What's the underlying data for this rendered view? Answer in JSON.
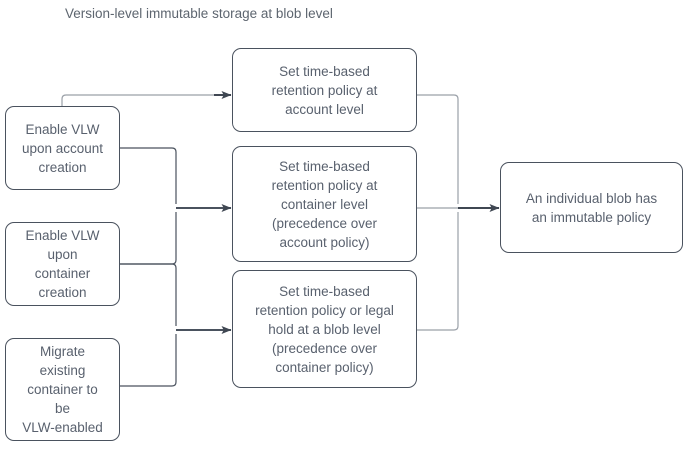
{
  "diagram": {
    "type": "flowchart",
    "title": "Version-level immutable storage at blob level",
    "nodes": {
      "enable_vlw_account": "Enable VLW\nupon account\ncreation",
      "enable_vlw_container": "Enable VLW\nupon\ncontainer\ncreation",
      "migrate_container": "Migrate\nexisting\ncontainer to\nbe\nVLW-enabled",
      "policy_account": "Set time-based\nretention policy at\naccount level",
      "policy_container": "Set time-based\nretention policy at\ncontainer level\n(precedence over\naccount policy)",
      "policy_blob": "Set time-based\nretention policy or legal\nhold at a blob level\n(precedence over\ncontainer policy)",
      "result": "An individual blob has\nan immutable policy"
    },
    "edges": [
      {
        "from": "enable_vlw_account",
        "to": "policy_account",
        "style": "light"
      },
      {
        "from": "enable_vlw_account",
        "to": "policy_container",
        "style": "dark"
      },
      {
        "from": "enable_vlw_container",
        "to": "policy_container",
        "style": "dark"
      },
      {
        "from": "enable_vlw_container",
        "to": "policy_blob",
        "style": "dark"
      },
      {
        "from": "migrate_container",
        "to": "policy_blob",
        "style": "dark"
      },
      {
        "from": "policy_account",
        "to": "result",
        "style": "light"
      },
      {
        "from": "policy_container",
        "to": "result",
        "style": "light"
      },
      {
        "from": "policy_blob",
        "to": "result",
        "style": "light"
      }
    ],
    "colors": {
      "node_border": "#4a525e",
      "node_background": "#ffffff",
      "node_text": "#59616e",
      "title_text": "#5d656f",
      "edge_light": "#9aa0a8",
      "edge_dark": "#4a525e",
      "canvas_background": "#ffffff"
    }
  }
}
